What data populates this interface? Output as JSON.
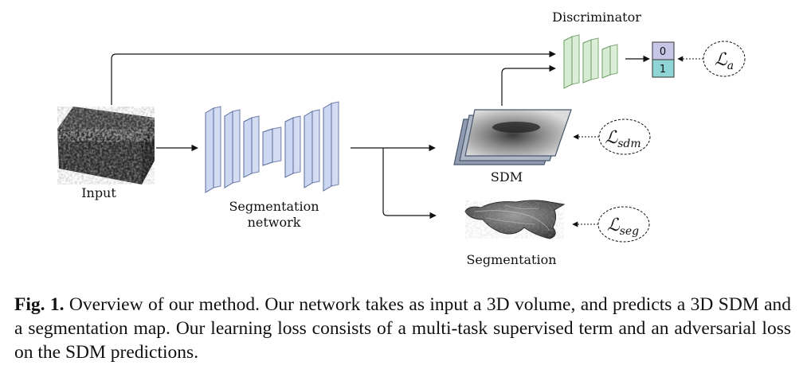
{
  "labels": {
    "input": "Input",
    "segmentation_network_line1": "Segmentation",
    "segmentation_network_line2": "network",
    "sdm": "SDM",
    "segmentation": "Segmentation",
    "discriminator": "Discriminator",
    "disc_out_0": "0",
    "disc_out_1": "1"
  },
  "losses": {
    "adversarial": {
      "symbol": "ℒ",
      "sub": "a"
    },
    "sdm": {
      "symbol": "ℒ",
      "sub": "sdm"
    },
    "seg": {
      "symbol": "ℒ",
      "sub": "seg"
    }
  },
  "caption": {
    "prefix": "Fig. 1.",
    "text": "Overview of our method. Our network takes as input a 3D volume, and predicts a 3D SDM and a segmentation map. Our learning loss consists of a multi-task supervised term and an adversarial loss on the SDM predictions."
  },
  "colors": {
    "unet_block": "#ccd7f2",
    "unet_stroke": "#5a6b9a",
    "disc_block": "#d6ecd2",
    "disc_stroke": "#6a9a62",
    "out_0": "#c8c6e6",
    "out_1": "#8fd5d6"
  }
}
